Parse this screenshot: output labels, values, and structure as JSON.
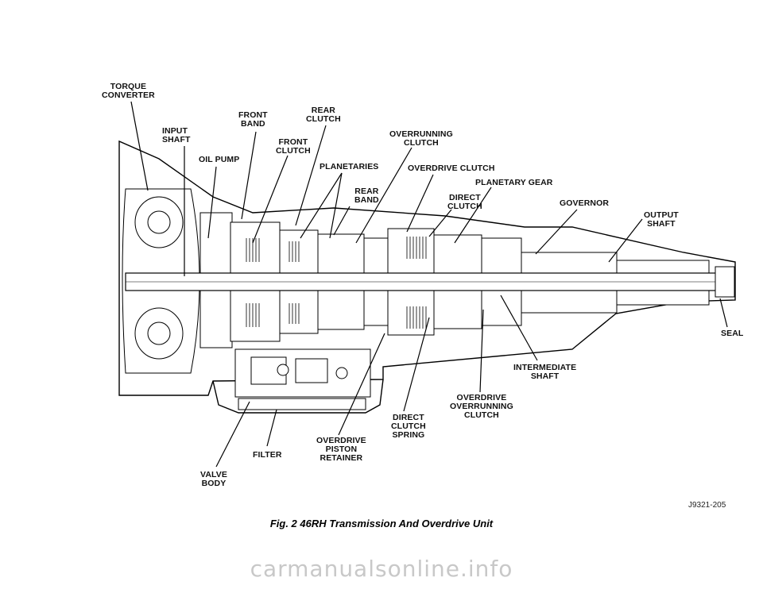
{
  "labels": {
    "torque_converter": [
      "TORQUE",
      "CONVERTER"
    ],
    "input_shaft": [
      "INPUT",
      "SHAFT"
    ],
    "front_band": [
      "FRONT",
      "BAND"
    ],
    "rear_clutch": [
      "REAR",
      "CLUTCH"
    ],
    "oil_pump": "OIL PUMP",
    "front_clutch": [
      "FRONT",
      "CLUTCH"
    ],
    "overrunning_clutch": [
      "OVERRUNNING",
      "CLUTCH"
    ],
    "planetaries": "PLANETARIES",
    "overdrive_clutch": "OVERDRIVE CLUTCH",
    "rear_band": [
      "REAR",
      "BAND"
    ],
    "planetary_gear": "PLANETARY GEAR",
    "direct_clutch": [
      "DIRECT",
      "CLUTCH"
    ],
    "governor": "GOVERNOR",
    "output_shaft": [
      "OUTPUT",
      "SHAFT"
    ],
    "seal": "SEAL",
    "intermediate_shaft": [
      "INTERMEDIATE",
      "SHAFT"
    ],
    "overdrive_overrunning_clutch": [
      "OVERDRIVE",
      "OVERRUNNING",
      "CLUTCH"
    ],
    "direct_clutch_spring": [
      "DIRECT",
      "CLUTCH",
      "SPRING"
    ],
    "overdrive_piston_retainer": [
      "OVERDRIVE",
      "PISTON",
      "RETAINER"
    ],
    "filter": "FILTER",
    "valve_body": [
      "VALVE",
      "BODY"
    ]
  },
  "figure_code": "J9321-205",
  "caption": "Fig. 2 46RH Transmission And Overdrive Unit",
  "watermark": "carmanualsonline.info"
}
